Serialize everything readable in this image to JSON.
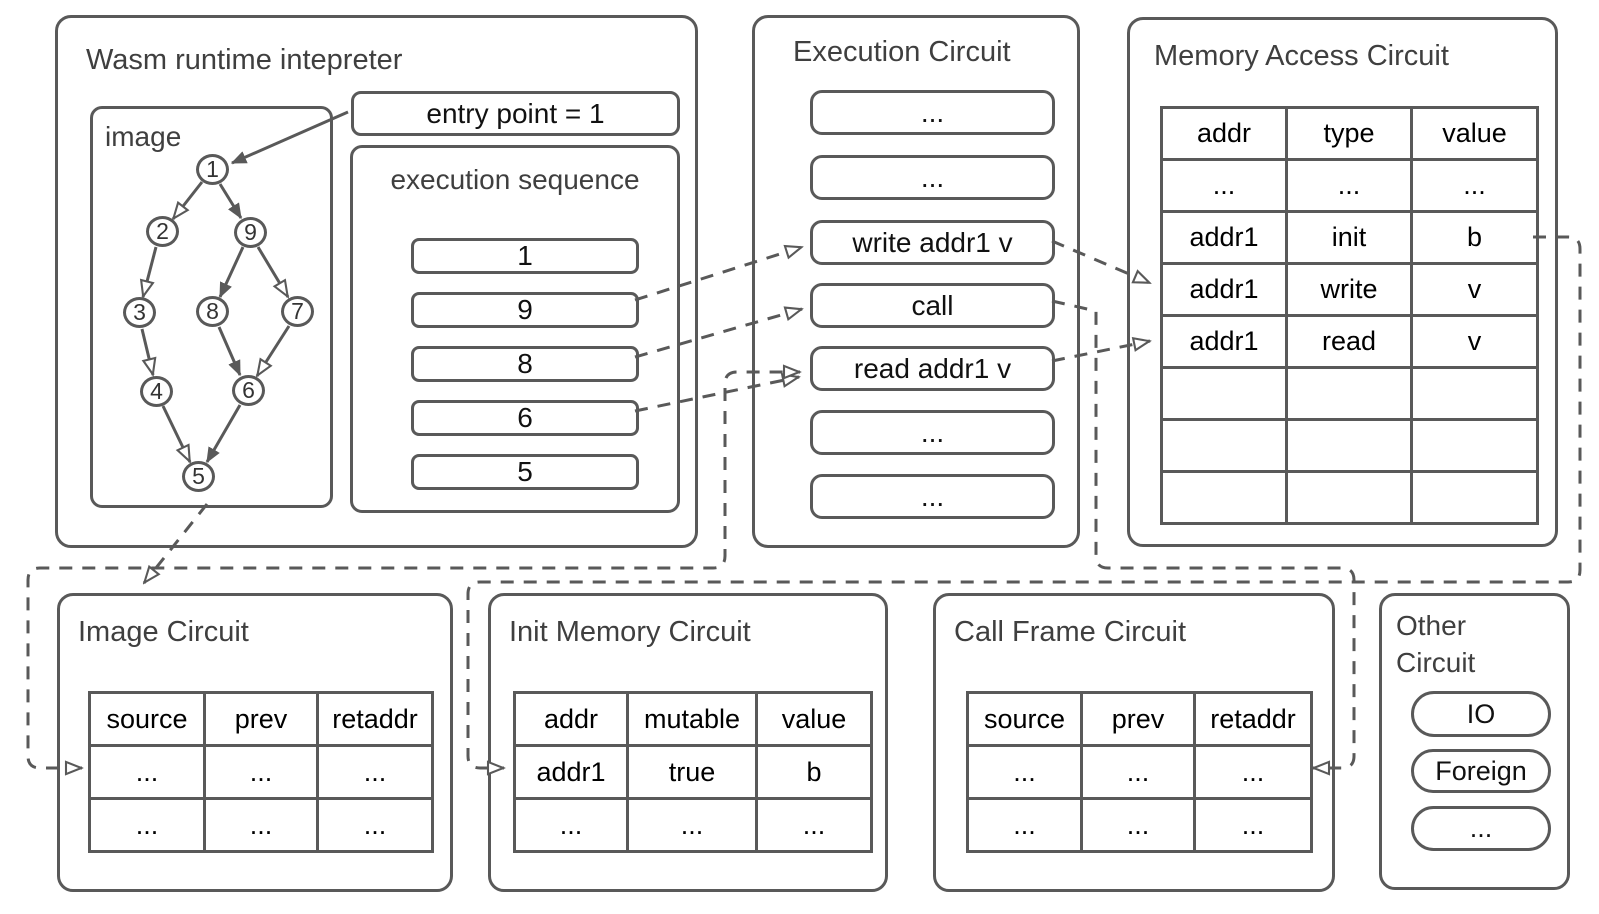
{
  "colors": {
    "stroke": "#595959",
    "title": "#3f3f3f",
    "text": "#111111"
  },
  "wasm": {
    "title": "Wasm runtime intepreter",
    "image": {
      "label": "image",
      "nodes": [
        "1",
        "2",
        "9",
        "3",
        "8",
        "7",
        "4",
        "6",
        "5"
      ],
      "executed_edges": [
        "1-9",
        "9-8",
        "8-6",
        "6-5"
      ],
      "alternative_edges": [
        "1-2",
        "2-3",
        "3-4",
        "4-5",
        "9-7",
        "7-6"
      ]
    },
    "entry_point_label": "entry point = 1",
    "sequence": {
      "label": "execution sequence",
      "items": [
        "1",
        "9",
        "8",
        "6",
        "5"
      ]
    }
  },
  "execution_circuit": {
    "title": "Execution Circuit",
    "items": [
      "...",
      "...",
      "write addr1 v",
      "call",
      "read addr1 v",
      "...",
      "..."
    ]
  },
  "memory_circuit": {
    "title": "Memory Access Circuit",
    "headers": [
      "addr",
      "type",
      "value"
    ],
    "rows": [
      [
        "...",
        "...",
        "..."
      ],
      [
        "addr1",
        "init",
        "b"
      ],
      [
        "addr1",
        "write",
        "v"
      ],
      [
        "addr1",
        "read",
        "v"
      ],
      [
        "",
        "",
        ""
      ],
      [
        "",
        "",
        ""
      ],
      [
        "",
        "",
        ""
      ]
    ]
  },
  "image_circuit": {
    "title": "Image Circuit",
    "headers": [
      "source",
      "prev",
      "retaddr"
    ],
    "rows": [
      [
        "...",
        "...",
        "..."
      ],
      [
        "...",
        "...",
        "..."
      ]
    ]
  },
  "init_memory_circuit": {
    "title": "Init Memory Circuit",
    "headers": [
      "addr",
      "mutable",
      "value"
    ],
    "rows": [
      [
        "addr1",
        "true",
        "b"
      ],
      [
        "...",
        "...",
        "..."
      ]
    ]
  },
  "call_frame_circuit": {
    "title": "Call Frame Circuit",
    "headers": [
      "source",
      "prev",
      "retaddr"
    ],
    "rows": [
      [
        "...",
        "...",
        "..."
      ],
      [
        "...",
        "...",
        "..."
      ]
    ]
  },
  "other_circuit": {
    "title": "Other\nCircuit",
    "items": [
      "IO",
      "Foreign",
      "..."
    ]
  }
}
